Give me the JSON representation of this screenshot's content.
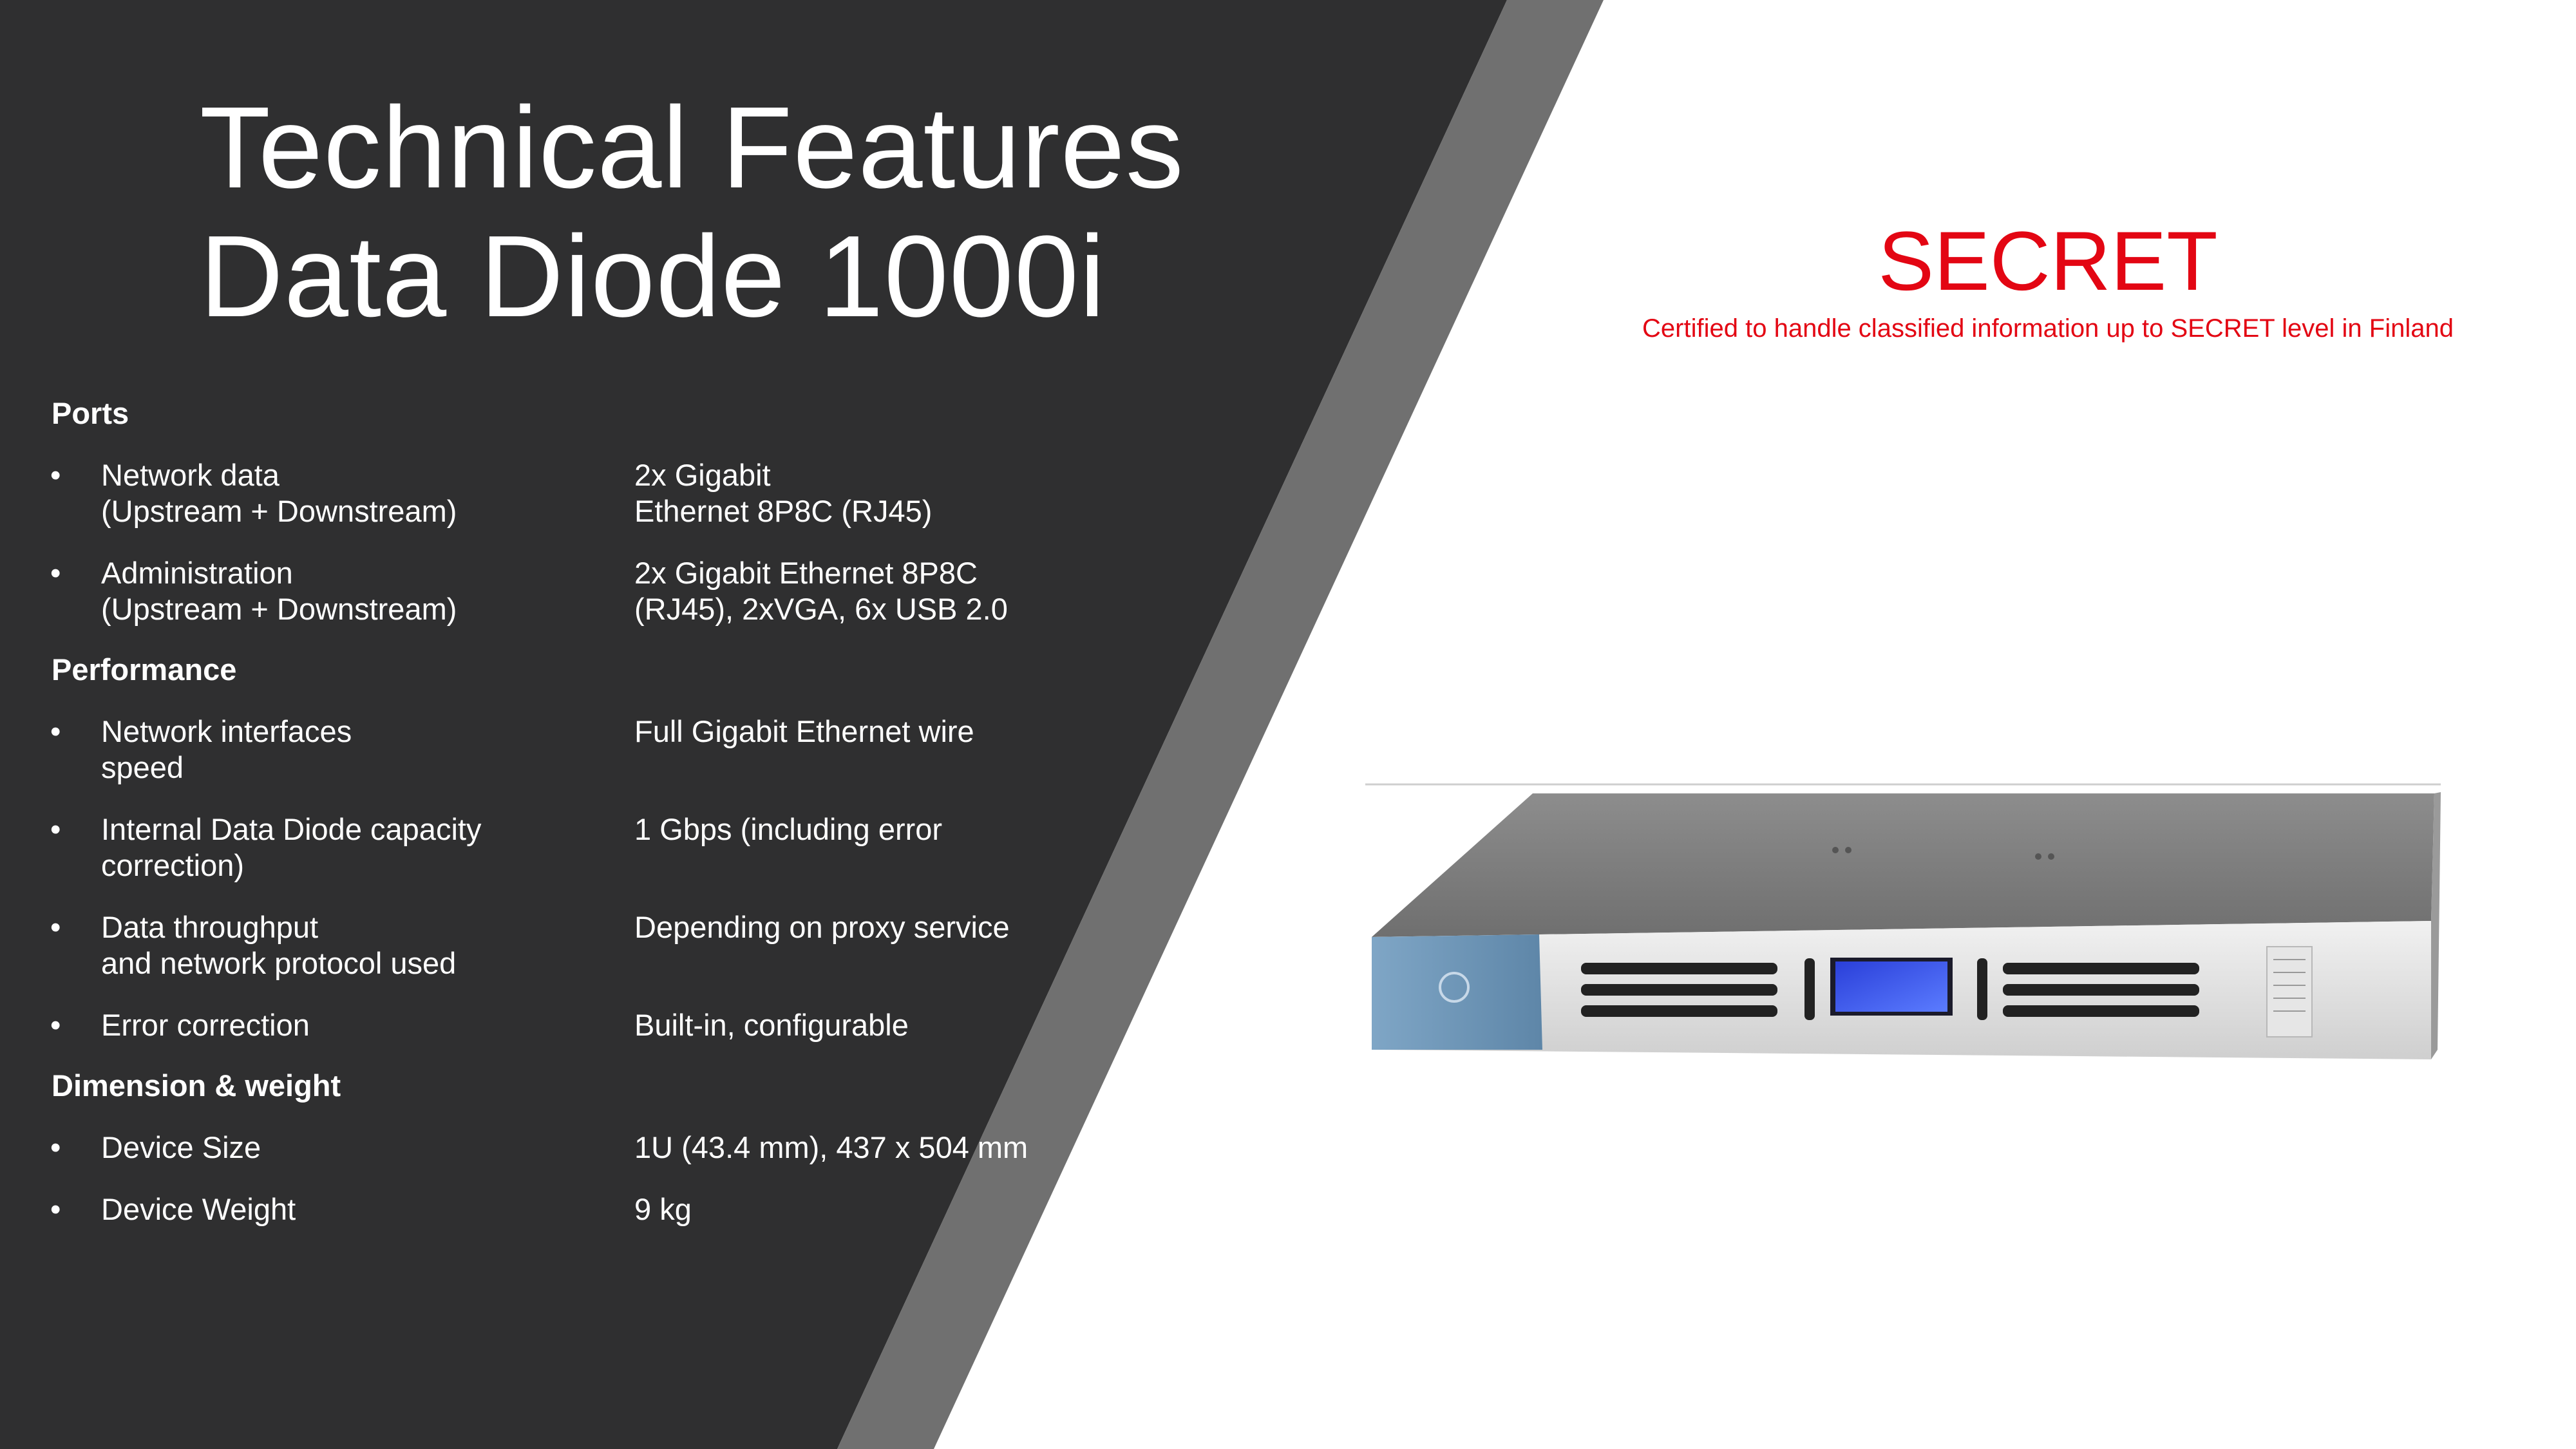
{
  "title": {
    "line1": "Technical Features",
    "line2": "Data Diode 1000i"
  },
  "sections": [
    {
      "heading": "Ports",
      "items": [
        {
          "label": [
            "Network data",
            "(Upstream + Downstream)"
          ],
          "value": [
            "2x Gigabit",
            "Ethernet 8P8C (RJ45)"
          ]
        },
        {
          "label": [
            "Administration",
            "(Upstream + Downstream)"
          ],
          "value": [
            "2x Gigabit Ethernet 8P8C",
            "(RJ45), 2xVGA, 6x USB 2.0"
          ]
        }
      ]
    },
    {
      "heading": "Performance",
      "items": [
        {
          "label": [
            "Network interfaces",
            "speed"
          ],
          "value": [
            "Full Gigabit Ethernet wire"
          ]
        },
        {
          "label": [
            "Internal Data Diode capacity",
            "correction)"
          ],
          "value": [
            "1 Gbps (including error"
          ]
        },
        {
          "label": [
            "Data throughput",
            "and network protocol used"
          ],
          "value": [
            "Depending on proxy service"
          ]
        },
        {
          "label": [
            "Error correction"
          ],
          "value": [
            "Built-in, configurable"
          ]
        }
      ]
    },
    {
      "heading": "Dimension & weight",
      "items": [
        {
          "label": [
            "Device Size"
          ],
          "value": [
            "1U (43.4 mm), 437 x 504 mm"
          ]
        },
        {
          "label": [
            "Device Weight"
          ],
          "value": [
            "9 kg"
          ]
        }
      ]
    }
  ],
  "bullet_char": "•",
  "classification": {
    "title": "SECRET",
    "subtitle": "Certified to handle classified information up to SECRET level in Finland"
  },
  "colors": {
    "dark_panel": "#2f2f30",
    "stripe": "#707070",
    "secret_red": "#e30613",
    "text": "#ffffff"
  },
  "product_image": {
    "icon": "data-diode-appliance-icon"
  }
}
